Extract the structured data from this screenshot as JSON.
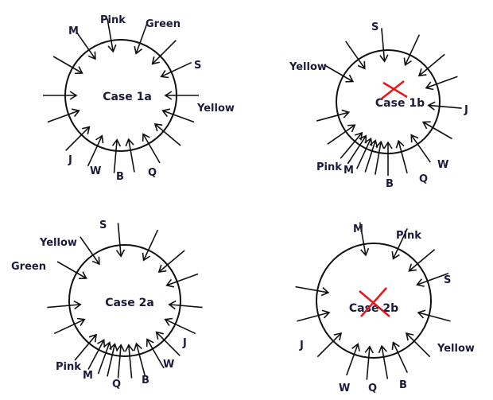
{
  "cases": [
    {
      "title": "Case 1a",
      "crossed": false,
      "labels": [
        "M",
        "Pink",
        "Green",
        "S",
        "Yellow",
        "J",
        "W",
        "B",
        "Q"
      ]
    },
    {
      "title": "Case 1b",
      "crossed": true,
      "labels": [
        "S",
        "Yellow",
        "J",
        "Pink",
        "M",
        "B",
        "Q",
        "W"
      ]
    },
    {
      "title": "Case 2a",
      "crossed": false,
      "labels": [
        "S",
        "Yellow",
        "Green",
        "J",
        "W",
        "Pink",
        "M",
        "Q",
        "B"
      ]
    },
    {
      "title": "Case 2b",
      "crossed": true,
      "labels": [
        "M",
        "Pink",
        "S",
        "Yellow",
        "J",
        "W",
        "Q",
        "B"
      ]
    }
  ],
  "colors": {
    "cross": "#e8141c",
    "text": "#1b1b3a"
  }
}
